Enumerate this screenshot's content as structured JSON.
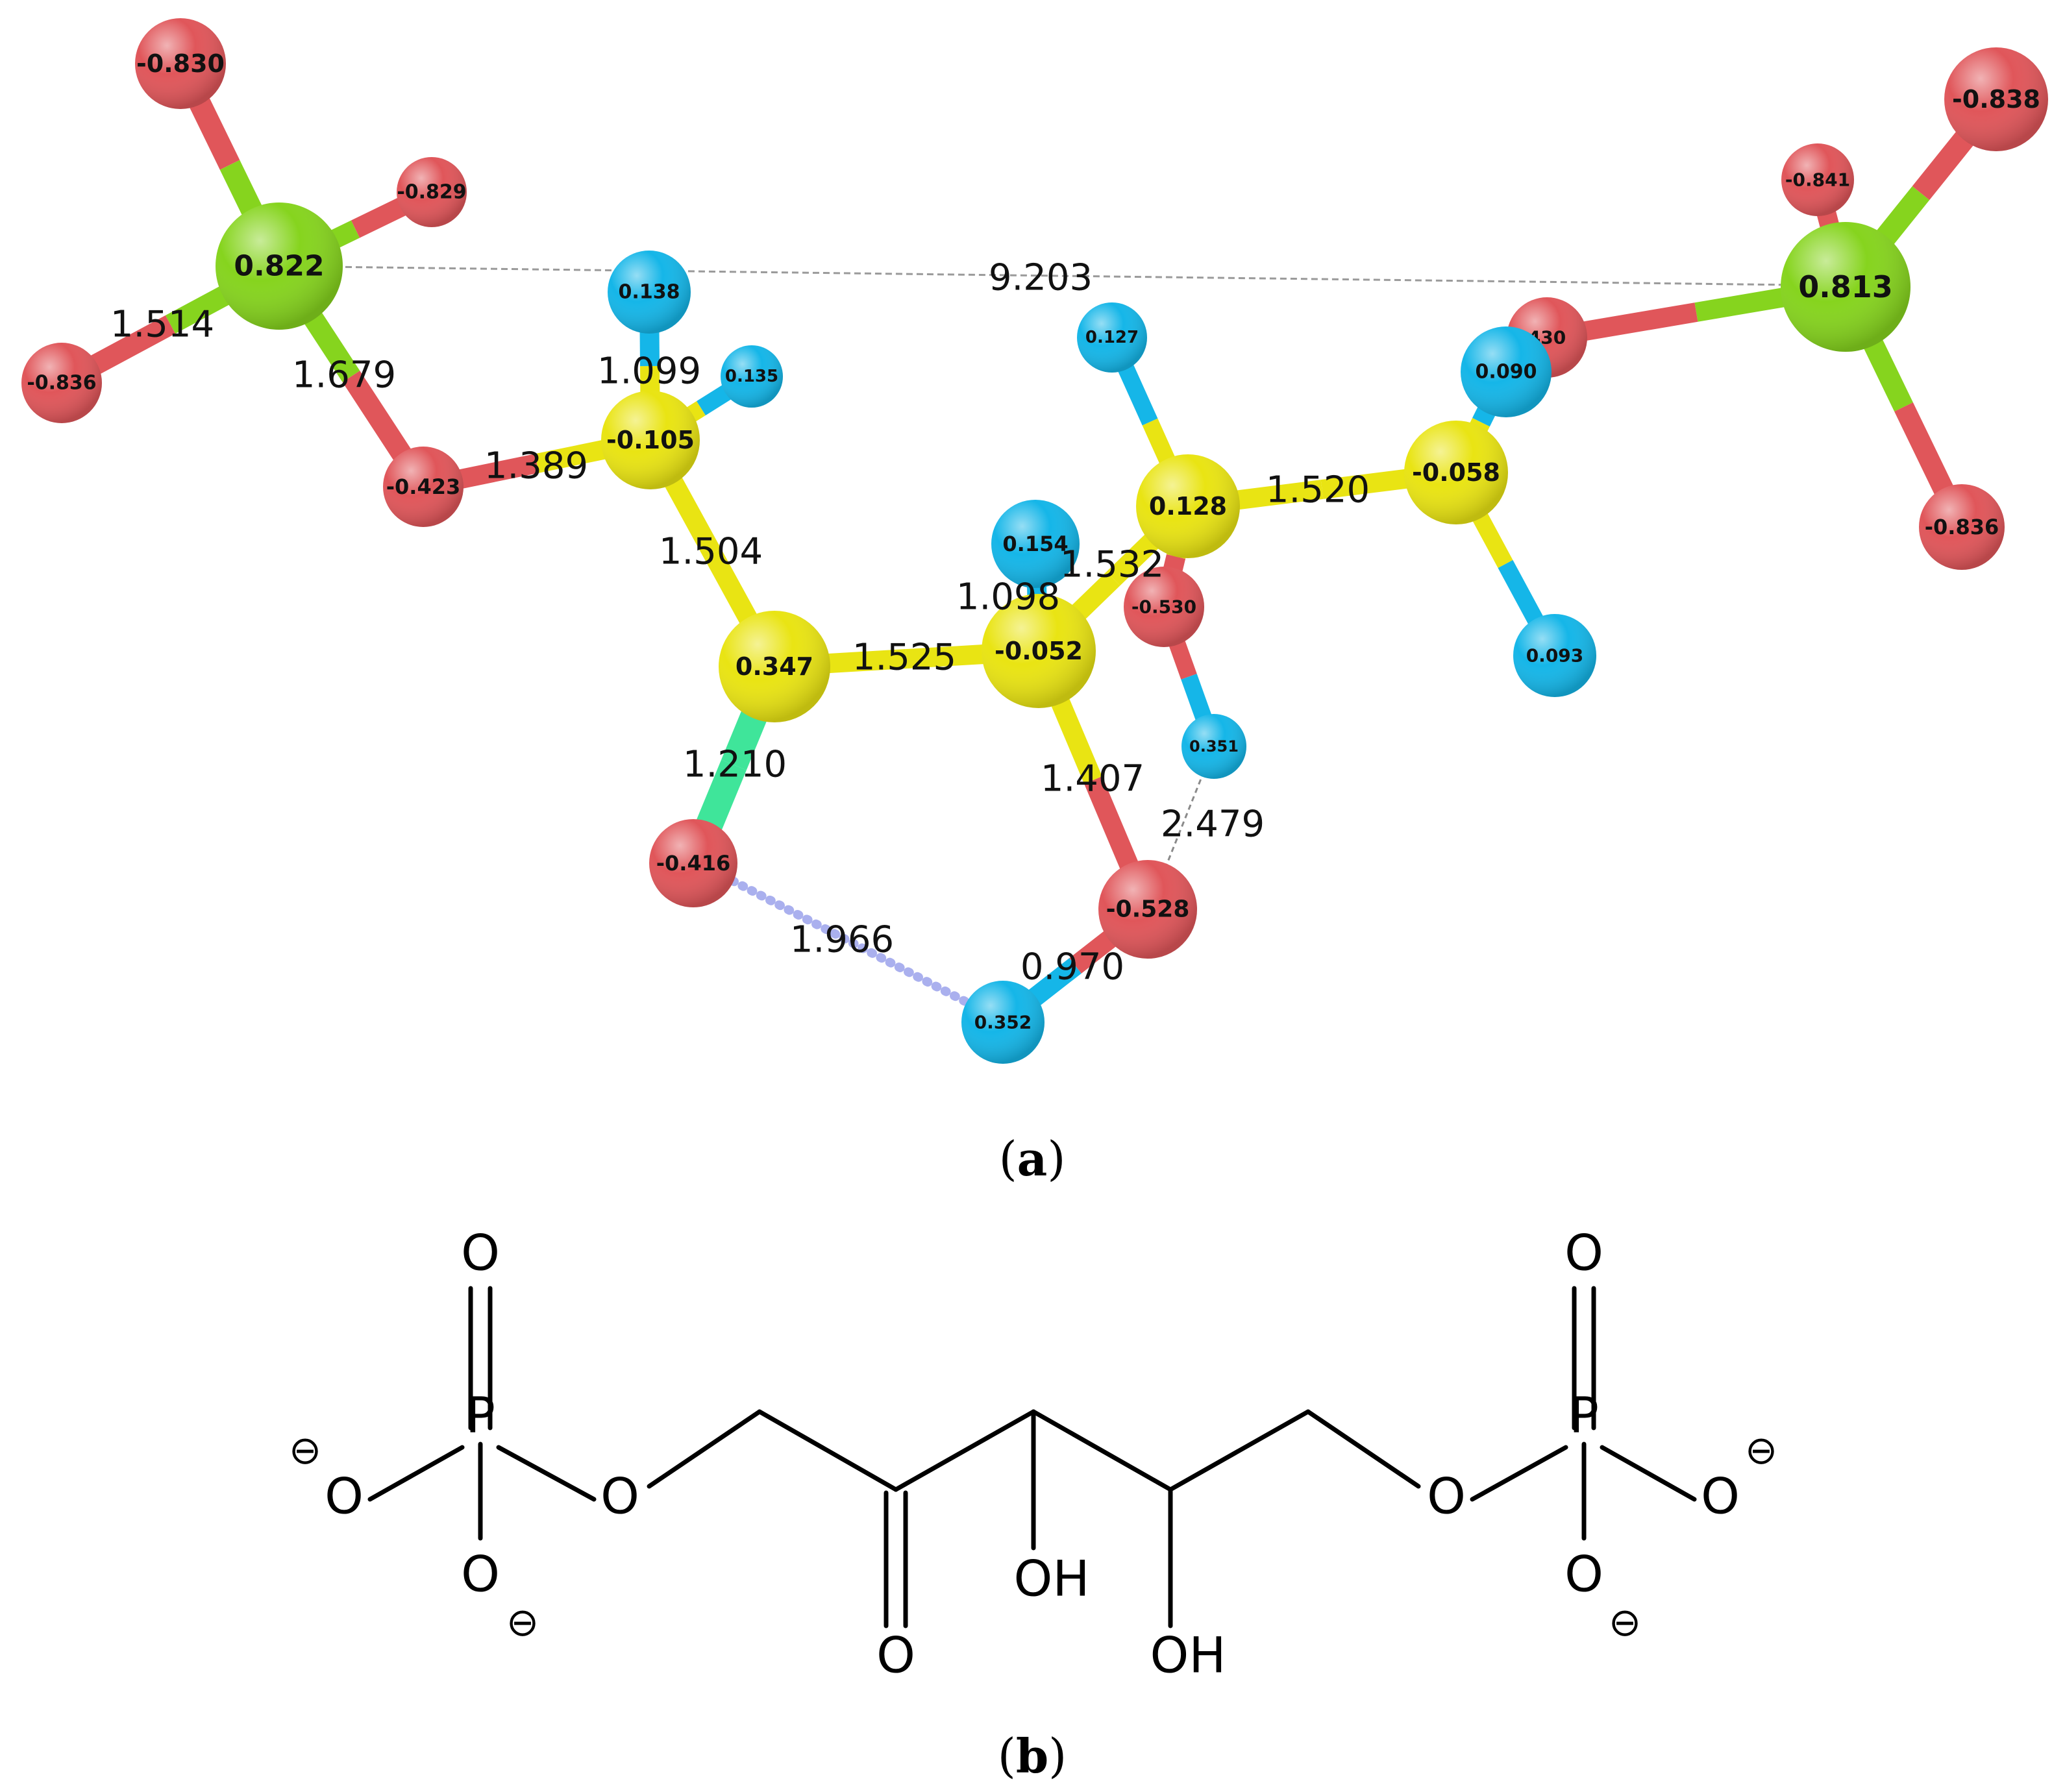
{
  "colors": {
    "P": "#86d41e",
    "O": "#e0565a",
    "C": "#e9e413",
    "H": "#15b6e8",
    "hbond": "#aab0ee",
    "carbonyl": "#3fe59a"
  },
  "panel_a": {
    "label_text": "a",
    "atoms": [
      {
        "id": "P1",
        "el": "P",
        "label": "0.822"
      },
      {
        "id": "O1",
        "el": "O",
        "label": "-0.830"
      },
      {
        "id": "O2",
        "el": "O",
        "label": "-0.829"
      },
      {
        "id": "O3",
        "el": "O",
        "label": "-0.836"
      },
      {
        "id": "O4",
        "el": "O",
        "label": "-0.423"
      },
      {
        "id": "C1",
        "el": "C",
        "label": "-0.105"
      },
      {
        "id": "H1",
        "el": "H",
        "label": "0.138"
      },
      {
        "id": "H2",
        "el": "H",
        "label": "0.135"
      },
      {
        "id": "C2",
        "el": "C",
        "label": "0.347"
      },
      {
        "id": "O5",
        "el": "O",
        "label": "-0.416"
      },
      {
        "id": "C3",
        "el": "C",
        "label": "-0.052"
      },
      {
        "id": "H3",
        "el": "H",
        "label": "0.154"
      },
      {
        "id": "O6",
        "el": "O",
        "label": "-0.528"
      },
      {
        "id": "H4",
        "el": "H",
        "label": "0.352"
      },
      {
        "id": "C4",
        "el": "C",
        "label": "0.128"
      },
      {
        "id": "H5",
        "el": "H",
        "label": "0.127"
      },
      {
        "id": "O7",
        "el": "O",
        "label": "-0.530"
      },
      {
        "id": "H6",
        "el": "H",
        "label": "0.351"
      },
      {
        "id": "C5",
        "el": "C",
        "label": "-0.058"
      },
      {
        "id": "H7",
        "el": "H",
        "label": "0.090"
      },
      {
        "id": "H8",
        "el": "H",
        "label": "0.093"
      },
      {
        "id": "O8",
        "el": "O",
        "label": "430"
      },
      {
        "id": "P2",
        "el": "P",
        "label": "0.813"
      },
      {
        "id": "O9",
        "el": "O",
        "label": "-0.838"
      },
      {
        "id": "O10",
        "el": "O",
        "label": "-0.841"
      },
      {
        "id": "O11",
        "el": "O",
        "label": "-0.836"
      }
    ],
    "bond_lengths": [
      {
        "id": "b-p1-o3",
        "text": "1.514"
      },
      {
        "id": "b-p1-o4",
        "text": "1.679"
      },
      {
        "id": "b-o4-c1",
        "text": "1.389"
      },
      {
        "id": "b-c1-h1",
        "text": "1.099"
      },
      {
        "id": "b-c1-c2",
        "text": "1.504"
      },
      {
        "id": "b-c2-c3",
        "text": "1.525"
      },
      {
        "id": "b-c2-o5",
        "text": "1.210"
      },
      {
        "id": "b-c3-h3",
        "text": "1.098"
      },
      {
        "id": "b-c3-c4",
        "text": "1.532"
      },
      {
        "id": "b-c3-o6",
        "text": "1.407"
      },
      {
        "id": "b-c4-c5",
        "text": "1.520"
      },
      {
        "id": "b-o6-h4",
        "text": "0.970"
      },
      {
        "id": "hb-o5-h4",
        "text": "1.966"
      },
      {
        "id": "hb-h6-o6",
        "text": "2.479"
      },
      {
        "id": "d-p1-p2",
        "text": "9.203"
      }
    ]
  },
  "panel_b": {
    "label_text": "b",
    "atom_labels": [
      {
        "id": "lp1",
        "text": "P"
      },
      {
        "id": "lp2",
        "text": "P"
      },
      {
        "id": "lo1",
        "text": "O"
      },
      {
        "id": "lo2",
        "text": "O"
      },
      {
        "id": "lo3",
        "text": "O"
      },
      {
        "id": "lo4",
        "text": "O"
      },
      {
        "id": "lo5",
        "text": "O"
      },
      {
        "id": "lo6",
        "text": "O"
      },
      {
        "id": "lo7",
        "text": "O"
      },
      {
        "id": "lo8",
        "text": "O"
      },
      {
        "id": "lo9",
        "text": "O"
      },
      {
        "id": "loh1",
        "text": "OH"
      },
      {
        "id": "loh2",
        "text": "OH"
      }
    ],
    "charges": [
      {
        "id": "ch1",
        "text": "⊖"
      },
      {
        "id": "ch2",
        "text": "⊖"
      },
      {
        "id": "ch3",
        "text": "⊖"
      },
      {
        "id": "ch4",
        "text": "⊖"
      }
    ]
  }
}
